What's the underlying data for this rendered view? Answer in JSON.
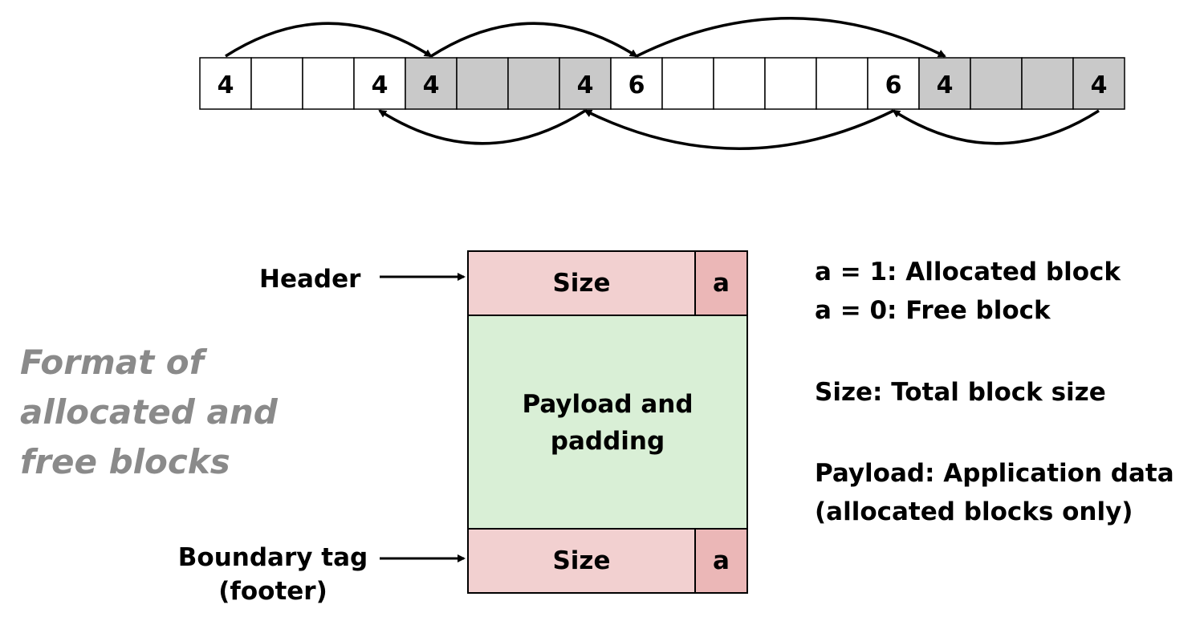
{
  "heap_cells": [
    {
      "label": "4",
      "allocated": false
    },
    {
      "label": "",
      "allocated": false
    },
    {
      "label": "",
      "allocated": false
    },
    {
      "label": "4",
      "allocated": false
    },
    {
      "label": "4",
      "allocated": true
    },
    {
      "label": "",
      "allocated": true
    },
    {
      "label": "",
      "allocated": true
    },
    {
      "label": "4",
      "allocated": true
    },
    {
      "label": "6",
      "allocated": false
    },
    {
      "label": "",
      "allocated": false
    },
    {
      "label": "",
      "allocated": false
    },
    {
      "label": "",
      "allocated": false
    },
    {
      "label": "",
      "allocated": false
    },
    {
      "label": "6",
      "allocated": false
    },
    {
      "label": "4",
      "allocated": true
    },
    {
      "label": "",
      "allocated": true
    },
    {
      "label": "",
      "allocated": true
    },
    {
      "label": "4",
      "allocated": true
    }
  ],
  "forward_links": [
    [
      0,
      4
    ],
    [
      4,
      8
    ],
    [
      8,
      14
    ]
  ],
  "backward_links": [
    [
      7,
      3
    ],
    [
      13,
      7
    ],
    [
      17,
      13
    ]
  ],
  "colors": {
    "free_cell": "#ffffff",
    "allocated_cell": "#c9c9c9",
    "header_fill": "#f2d0d0",
    "abit_fill": "#ebb7b7",
    "payload_fill": "#d9efd6",
    "caption": "#8a8a8a"
  },
  "caption_lines": [
    "Format of",
    "allocated and",
    "free blocks"
  ],
  "labels": {
    "header": "Header",
    "footer_line1": "Boundary tag",
    "footer_line2": "(footer)"
  },
  "block": {
    "header_size": "Size",
    "header_abit": "a",
    "payload_line1": "Payload and",
    "payload_line2": "padding",
    "footer_size": "Size",
    "footer_abit": "a"
  },
  "legend": {
    "line1": "a = 1: Allocated block",
    "line2": "a = 0: Free block",
    "line3": "Size: Total block size",
    "line4": "Payload: Application data",
    "line5": "(allocated blocks only)"
  }
}
